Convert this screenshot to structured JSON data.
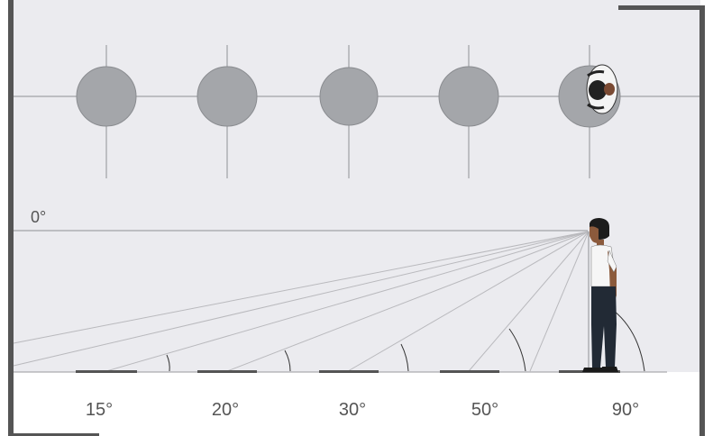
{
  "diagram": {
    "horizon_label": "0°",
    "angle_labels": [
      "15°",
      "20°",
      "30°",
      "50°",
      "90°"
    ],
    "colors": {
      "wall": "#ebebef",
      "floor": "#ffffff",
      "frame": "#555555",
      "circle": "#a4a6aa",
      "circle_stroke": "#8a8c90",
      "guide": "#8f9094",
      "sightline": "#b9b9bd",
      "text": "#555555"
    }
  }
}
